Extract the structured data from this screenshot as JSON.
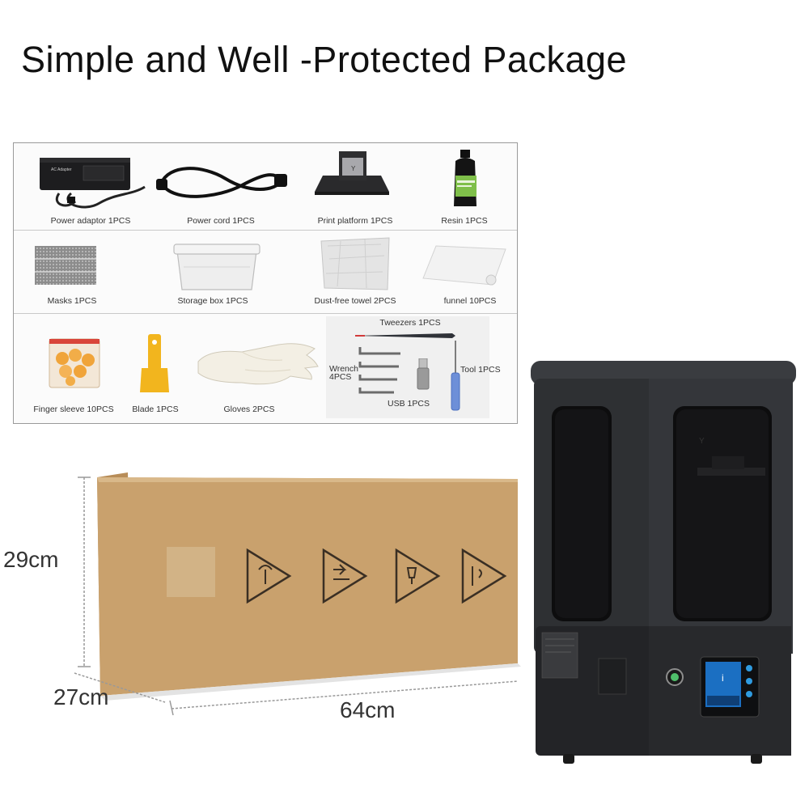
{
  "title": "Simple and Well -Protected Package",
  "contents": {
    "row1": [
      {
        "label": "Power adaptor 1PCS"
      },
      {
        "label": "Power cord 1PCS"
      },
      {
        "label": "Print platform 1PCS"
      },
      {
        "label": "Resin 1PCS"
      }
    ],
    "row2": [
      {
        "label": "Masks 1PCS"
      },
      {
        "label": "Storage box 1PCS"
      },
      {
        "label": "Dust-free towel 2PCS"
      },
      {
        "label": "funnel 10PCS"
      }
    ],
    "row3": [
      {
        "label": "Finger sleeve 10PCS"
      },
      {
        "label": "Blade 1PCS"
      },
      {
        "label": "Gloves 2PCS"
      }
    ],
    "tools": {
      "tweezers": "Tweezers 1PCS",
      "wrench_line1": "Wrench",
      "wrench_line2": "4PCS",
      "usb": "USB 1PCS",
      "tool": "Tool 1PCS"
    },
    "adapter_text": "AC Adapter"
  },
  "package": {
    "height": "29cm",
    "depth": "27cm",
    "width": "64cm"
  },
  "colors": {
    "cardboard": "#c9a16d",
    "printer_body": "#2e3033",
    "resin_label": "#7fbf4a",
    "orange": "#f0a43a",
    "blade_yellow": "#f2b51e"
  }
}
